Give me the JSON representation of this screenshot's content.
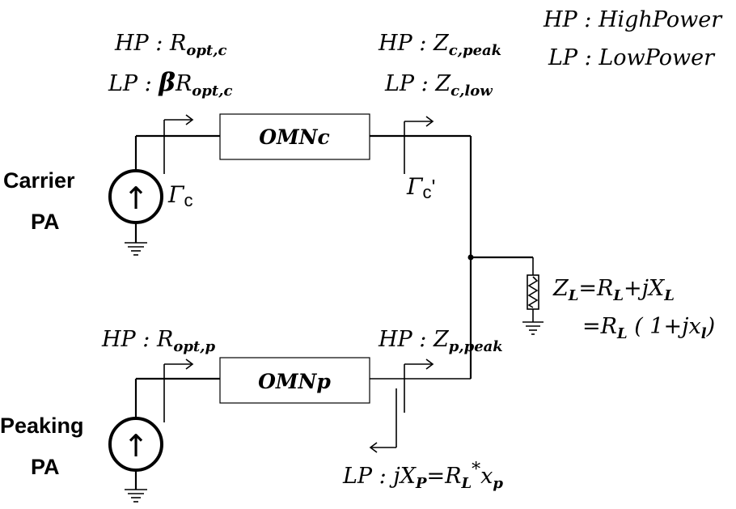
{
  "legend": {
    "hp": "HP : HighPower",
    "lp": "LP : LowPower"
  },
  "carrier": {
    "label_line1": "Carrier",
    "label_line2": "PA",
    "in_hp": {
      "prefix": "HP : ",
      "main": "R",
      "sub": "opt,c"
    },
    "in_lp": {
      "prefix": "LP : ",
      "beta": "β",
      "main": "R",
      "sub": "opt,c"
    },
    "omn": "OMNc",
    "out_hp": {
      "prefix": "HP : ",
      "main": "Z",
      "sub": "c,peak"
    },
    "out_lp": {
      "prefix": "LP : ",
      "main": "Z",
      "sub": "c,low"
    },
    "gamma_in": {
      "main": "Γ",
      "sub": "c"
    },
    "gamma_out": {
      "main": "Γ",
      "sub": "c",
      "mark": "'"
    }
  },
  "peaking": {
    "label_line1": "Peaking",
    "label_line2": "PA",
    "in_hp": {
      "prefix": "HP : ",
      "main": "R",
      "sub": "opt,p"
    },
    "omn": "OMNp",
    "out_hp": {
      "prefix": "HP : ",
      "main": "Z",
      "sub": "p,peak"
    },
    "out_lp": {
      "prefix": "LP :  jX",
      "sub1": "P",
      "mid": "=R",
      "sub2": "L",
      "star": "*",
      "x": "x",
      "sub3": "p"
    }
  },
  "load": {
    "eq1": {
      "a": "Z",
      "a_sub": "L",
      "b": "=R",
      "b_sub": "L",
      "c": "+jX",
      "c_sub": "L"
    },
    "eq2": {
      "a": "=R",
      "a_sub": "L",
      "b": " ( 1+jx",
      "b_sub": "l",
      "c": ")"
    }
  },
  "source_symbol": "↑"
}
